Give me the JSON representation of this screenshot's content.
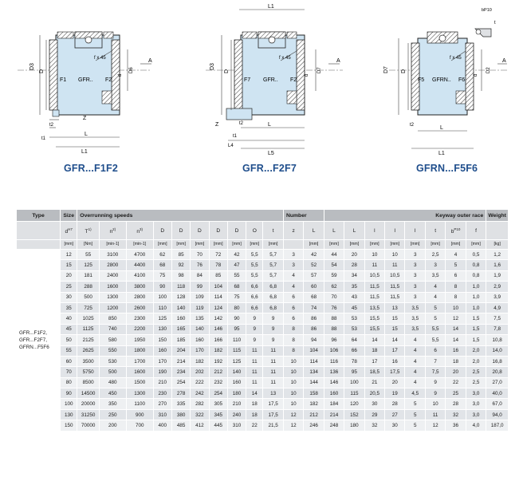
{
  "drawings": [
    {
      "caption": "GFR...F1F2",
      "labels": [
        "D3",
        "D",
        "F1",
        "GFR..",
        "F2",
        "d",
        "D6",
        "A",
        "f x 45",
        "L1",
        "L",
        "t1",
        "t2",
        "Z"
      ]
    },
    {
      "caption": "GFR...F2F7",
      "labels": [
        "D3",
        "D",
        "F7",
        "GFR..",
        "F2",
        "d",
        "D7",
        "A",
        "f x 45",
        "L1",
        "L",
        "t1",
        "t2",
        "L4",
        "L5",
        "Z"
      ]
    },
    {
      "caption": "GFRN...F5F6",
      "labels": [
        "D7",
        "D",
        "F5",
        "GFRN..",
        "F6",
        "d",
        "D2",
        "A",
        "f x 45",
        "L1",
        "L",
        "t2",
        "bP10",
        "t"
      ]
    }
  ],
  "table": {
    "group_headers": {
      "type": "Type",
      "size": "Size",
      "overrunning": "Overrunning speeds",
      "number": "Number",
      "keyway": "Keyway outer race",
      "weight": "Weight"
    },
    "columns": [
      {
        "sym": "d",
        "sup": "H7",
        "unit": "[mm]"
      },
      {
        "sym": "T",
        "sup": "1)",
        "unit": "[Nm]"
      },
      {
        "sym": "n",
        "sup": "2)",
        "unit": "[min-1]"
      },
      {
        "sym": "n",
        "sup": "3)",
        "unit": "[min-1]"
      },
      {
        "sym": "D",
        "sup": "",
        "unit": "[mm]"
      },
      {
        "sym": "D",
        "sup": "",
        "unit": "[mm]"
      },
      {
        "sym": "D",
        "sup": "",
        "unit": "[mm]"
      },
      {
        "sym": "D",
        "sup": "",
        "unit": "[mm]"
      },
      {
        "sym": "D",
        "sup": "",
        "unit": "[mm]"
      },
      {
        "sym": "O",
        "sup": "",
        "unit": "[mm]"
      },
      {
        "sym": "t",
        "sup": "",
        "unit": "[mm]"
      },
      {
        "sym": "z",
        "sup": "",
        "unit": ""
      },
      {
        "sym": "L",
        "sup": "",
        "unit": "[mm]"
      },
      {
        "sym": "L",
        "sup": "",
        "unit": "[mm]"
      },
      {
        "sym": "L",
        "sup": "",
        "unit": "[mm]"
      },
      {
        "sym": "l",
        "sup": "",
        "unit": "[mm]"
      },
      {
        "sym": "l",
        "sup": "",
        "unit": "[mm]"
      },
      {
        "sym": "l",
        "sup": "",
        "unit": "[mm]"
      },
      {
        "sym": "t",
        "sup": "",
        "unit": "[mm]"
      },
      {
        "sym": "b",
        "sup": "P10",
        "unit": "[mm]"
      },
      {
        "sym": "f",
        "sup": "",
        "unit": "[mm]"
      },
      {
        "sym": "",
        "sup": "",
        "unit": "[kg]"
      }
    ],
    "type_label": "GFR...F1F2,\nGFR...F2F7,\nGFRN...F5F6",
    "rows": [
      [
        "12",
        "55",
        "3100",
        "4700",
        "62",
        "85",
        "70",
        "72",
        "42",
        "5,5",
        "5,7",
        "3",
        "42",
        "44",
        "20",
        "10",
        "10",
        "3",
        "2,5",
        "4",
        "0,5",
        "1,2"
      ],
      [
        "15",
        "125",
        "2800",
        "4400",
        "68",
        "92",
        "76",
        "78",
        "47",
        "5,5",
        "5,7",
        "3",
        "52",
        "54",
        "28",
        "11",
        "11",
        "3",
        "3",
        "5",
        "0,8",
        "1,6"
      ],
      [
        "20",
        "181",
        "2400",
        "4100",
        "75",
        "98",
        "84",
        "85",
        "55",
        "5,5",
        "5,7",
        "4",
        "57",
        "59",
        "34",
        "10,5",
        "10,5",
        "3",
        "3,5",
        "6",
        "0,8",
        "1,9"
      ],
      [
        "25",
        "288",
        "1600",
        "3800",
        "90",
        "118",
        "99",
        "104",
        "68",
        "6,6",
        "6,8",
        "4",
        "60",
        "62",
        "35",
        "11,5",
        "11,5",
        "3",
        "4",
        "8",
        "1,0",
        "2,9"
      ],
      [
        "30",
        "500",
        "1300",
        "2800",
        "100",
        "128",
        "109",
        "114",
        "75",
        "6,6",
        "6,8",
        "6",
        "68",
        "70",
        "43",
        "11,5",
        "11,5",
        "3",
        "4",
        "8",
        "1,0",
        "3,9"
      ],
      [
        "35",
        "725",
        "1200",
        "2600",
        "110",
        "140",
        "119",
        "124",
        "80",
        "6,6",
        "6,8",
        "6",
        "74",
        "76",
        "45",
        "13,5",
        "13",
        "3,5",
        "5",
        "10",
        "1,0",
        "4,9"
      ],
      [
        "40",
        "1025",
        "850",
        "2300",
        "125",
        "160",
        "135",
        "142",
        "90",
        "9",
        "9",
        "6",
        "86",
        "88",
        "53",
        "15,5",
        "15",
        "3,5",
        "5",
        "12",
        "1,5",
        "7,5"
      ],
      [
        "45",
        "1125",
        "740",
        "2200",
        "130",
        "165",
        "140",
        "146",
        "95",
        "9",
        "9",
        "8",
        "86",
        "88",
        "53",
        "15,5",
        "15",
        "3,5",
        "5,5",
        "14",
        "1,5",
        "7,8"
      ],
      [
        "50",
        "2125",
        "580",
        "1950",
        "150",
        "185",
        "160",
        "166",
        "110",
        "9",
        "9",
        "8",
        "94",
        "96",
        "64",
        "14",
        "14",
        "4",
        "5,5",
        "14",
        "1,5",
        "10,8"
      ],
      [
        "55",
        "2625",
        "550",
        "1800",
        "160",
        "204",
        "170",
        "182",
        "115",
        "11",
        "11",
        "8",
        "104",
        "106",
        "66",
        "18",
        "17",
        "4",
        "6",
        "16",
        "2,0",
        "14,0"
      ],
      [
        "60",
        "3500",
        "530",
        "1700",
        "170",
        "214",
        "182",
        "192",
        "125",
        "11",
        "11",
        "10",
        "114",
        "116",
        "78",
        "17",
        "16",
        "4",
        "7",
        "18",
        "2,0",
        "16,8"
      ],
      [
        "70",
        "5750",
        "500",
        "1600",
        "190",
        "234",
        "202",
        "212",
        "140",
        "11",
        "11",
        "10",
        "134",
        "136",
        "95",
        "18,5",
        "17,5",
        "4",
        "7,5",
        "20",
        "2,5",
        "20,8"
      ],
      [
        "80",
        "8500",
        "480",
        "1500",
        "210",
        "254",
        "222",
        "232",
        "160",
        "11",
        "11",
        "10",
        "144",
        "146",
        "100",
        "21",
        "20",
        "4",
        "9",
        "22",
        "2,5",
        "27,0"
      ],
      [
        "90",
        "14500",
        "450",
        "1300",
        "230",
        "278",
        "242",
        "254",
        "180",
        "14",
        "13",
        "10",
        "158",
        "160",
        "115",
        "20,5",
        "19",
        "4,5",
        "9",
        "25",
        "3,0",
        "40,0"
      ],
      [
        "100",
        "20000",
        "350",
        "1100",
        "270",
        "335",
        "282",
        "305",
        "210",
        "18",
        "17,5",
        "10",
        "182",
        "184",
        "120",
        "30",
        "28",
        "5",
        "10",
        "28",
        "3,0",
        "67,0"
      ],
      [
        "130",
        "31250",
        "250",
        "900",
        "310",
        "380",
        "322",
        "345",
        "240",
        "18",
        "17,5",
        "12",
        "212",
        "214",
        "152",
        "29",
        "27",
        "5",
        "11",
        "32",
        "3,0",
        "94,0"
      ],
      [
        "150",
        "70000",
        "200",
        "700",
        "400",
        "485",
        "412",
        "445",
        "310",
        "22",
        "21,5",
        "12",
        "246",
        "248",
        "180",
        "32",
        "30",
        "5",
        "12",
        "36",
        "4,0",
        "187,0"
      ]
    ]
  },
  "colors": {
    "caption": "#1f4e8c",
    "body_fill": "#cfe4f2",
    "header_dark": "#b9bcc0",
    "header_light": "#dfe1e4",
    "row_a": "#eef0f2",
    "row_b": "#e1e4e8"
  }
}
